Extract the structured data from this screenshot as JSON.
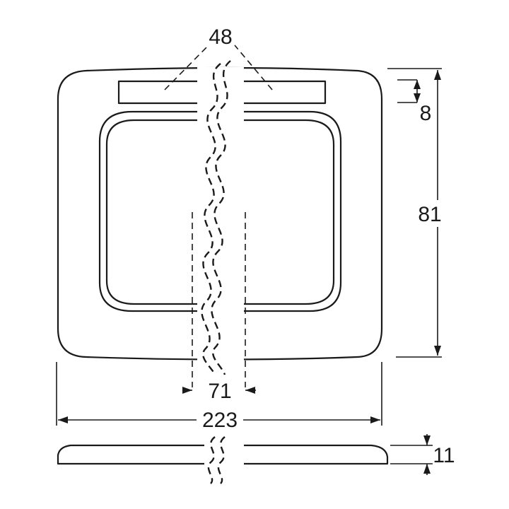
{
  "dimensions": {
    "top_gap": "48",
    "strip_height": "8",
    "height": "81",
    "inner_gap": "71",
    "width": "223",
    "depth": "11"
  }
}
